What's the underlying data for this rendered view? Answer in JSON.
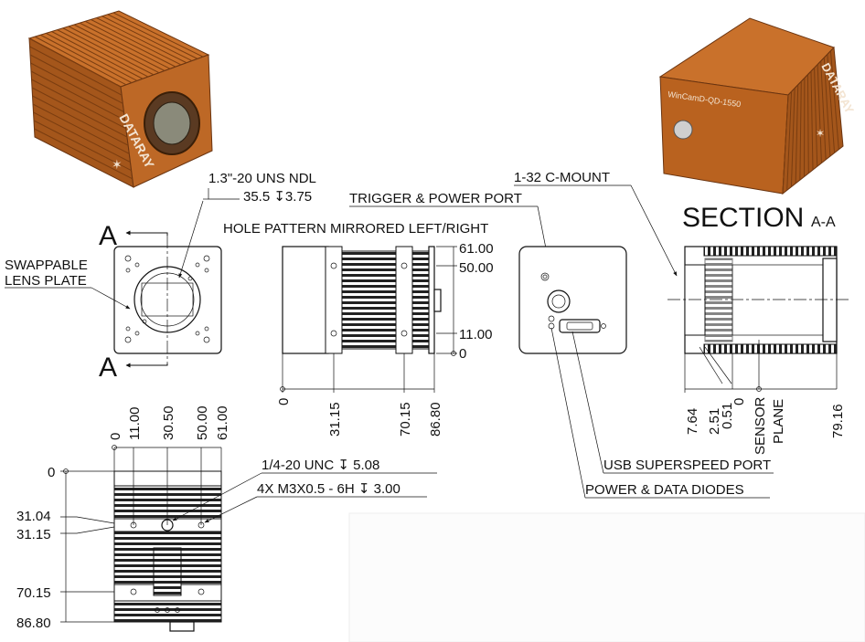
{
  "labels": {
    "swappable_lens_plate": [
      "SWAPPABLE",
      "LENS PLATE"
    ],
    "thread_front": "1.3\"-20 UNS NDL",
    "thread_depth": "35.5 ↧3.75",
    "section_letter": "A",
    "hole_pattern": "HOLE PATTERN MIRRORED LEFT/RIGHT",
    "trigger_power_port": "TRIGGER & POWER PORT",
    "c_mount": "1-32 C-MOUNT",
    "section_title": "SECTION",
    "section_sub": "A-A",
    "usb_port": "USB SUPERSPEED PORT",
    "diodes": "POWER & DATA DIODES",
    "tripod_hole": "1/4-20 UNC  ↧ 5.08",
    "mount_holes": "4X M3X0.5 - 6H ↧ 3.00",
    "sensor_plane": [
      "SENSOR",
      "PLANE"
    ]
  },
  "product": {
    "brand": "DATARAY",
    "model": "WinCamD-QD-1550"
  },
  "dimensions": {
    "side_vertical": [
      "61.00",
      "50.00",
      "11.00",
      "0"
    ],
    "side_horizontal": [
      "0",
      "31.15",
      "70.15",
      "86.80"
    ],
    "section_horizontal": [
      "7.64",
      "2.51",
      "0.51",
      "0",
      "79.16"
    ],
    "bottom_top": [
      "0",
      "11.00",
      "30.50",
      "50.00",
      "61.00"
    ],
    "bottom_left": [
      "0",
      "31.04",
      "31.15",
      "70.15",
      "86.80"
    ]
  },
  "colors": {
    "body": "#b5621f",
    "body_dark": "#7a3d10",
    "body_light": "#d98a45",
    "line": "#111111"
  }
}
